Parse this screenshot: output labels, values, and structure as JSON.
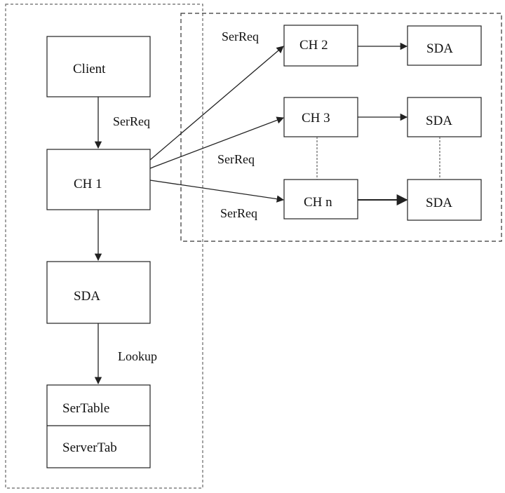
{
  "nodes": {
    "client": "Client",
    "ch1": "CH 1",
    "sda_main": "SDA",
    "sertable": "SerTable",
    "servertab": "ServerTab",
    "ch2": "CH 2",
    "ch3": "CH 3",
    "chn": "CH n",
    "sda_ch2": "SDA",
    "sda_ch3": "SDA",
    "sda_chn": "SDA"
  },
  "edges": {
    "client_to_ch1": "SerReq",
    "ch1_to_ch2": "SerReq",
    "ch1_to_ch3": "SerReq",
    "ch1_to_chn": "SerReq",
    "sda_to_sertable": "Lookup"
  },
  "colors": {
    "stroke": "#222222",
    "background": "#ffffff"
  }
}
